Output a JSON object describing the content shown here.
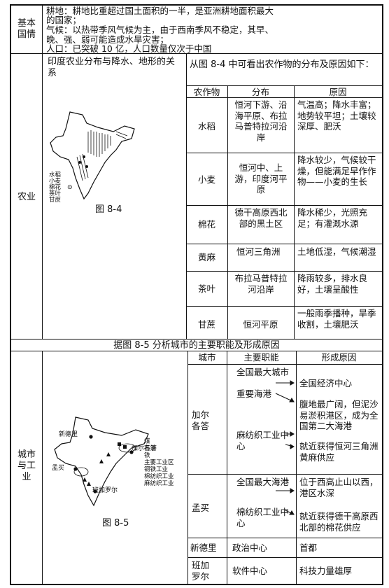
{
  "basic": {
    "label": "基本\n国情",
    "lines": [
      "耕地：耕地比重超过国土面积的一半，是亚洲耕地面积最大",
      "的国家；",
      "气候：以热带季风气候为主，由于西南季风不稳定，其早、",
      "晚、强、弱可能造成水旱灾害；",
      "人口：已突破 10 亿，人口数量仅次于中国"
    ]
  },
  "agri": {
    "label": "农业",
    "left_caption": "印度农业分布与降水、地形的关系",
    "map_legend": [
      "水稻",
      "小麦",
      "棉花",
      "茶叶",
      "甘蔗"
    ],
    "figure": "图 8-4",
    "intro": "从图 8-4 中可看出农作物的分布及原因如下：",
    "headers": [
      "农作物",
      "分布",
      "原因"
    ],
    "rows": [
      {
        "crop": "水稻",
        "dist": "恒河下游、沿海平原、布拉马普特拉河沿岸",
        "reason": "气温高；降水丰富；地势较平坦；土壤较深厚、肥沃"
      },
      {
        "crop": "小麦",
        "dist": "恒河中、上游，印度河平原",
        "reason": "降水较少，气候较干燥，但能满足早作作物——小麦的生长"
      },
      {
        "crop": "棉花",
        "dist": "德干高原西北部的黑土区",
        "reason": "降水稀少，光照充足；有灌溉水源"
      },
      {
        "crop": "黄麻",
        "dist": "恒河三角洲",
        "reason": "土地低湿，气候潮湿"
      },
      {
        "crop": "茶叶",
        "dist": "布拉马普特拉河沿岸",
        "reason": "降雨较多，排水良好，土壤呈酸性"
      },
      {
        "crop": "甘蔗",
        "dist": "恒河平原",
        "reason": "一般雨季播种，旱季收割，土壤肥沃"
      }
    ]
  },
  "city": {
    "banner": "据图 8-5 分析城市的主要职能及形成原因",
    "label": "城市\n与工\n业",
    "map_labels": [
      "新德里",
      "加尔各答",
      "孟买",
      "班加罗尔"
    ],
    "map_legend": [
      "煤",
      "石油",
      "铁",
      "主要工业区",
      "钢铁工业",
      "棉纺织工业",
      "麻纺织工业"
    ],
    "figure": "图 8-5",
    "headers": [
      "城市",
      "主要职能",
      "形成原因"
    ],
    "kolkata": {
      "name": "加尔\n各答",
      "func1": "全国最大城市",
      "func2": "重要海港",
      "func3": "麻纺织工业中心",
      "r1": "全国经济中心",
      "r2": "腹地最广阔，但泥沙易淤积港区，成为全国第二大海港",
      "r3": "就近获得恒河三角洲黄麻供应"
    },
    "mumbai": {
      "name": "孟买",
      "func1": "全国最大海港",
      "func2": "棉纺织工业中心",
      "r1": "位于西高止山以西，港区水深",
      "r2": "就近获得德干高原西北部的棉花供应"
    },
    "newdelhi": {
      "name": "新德里",
      "func": "政治中心",
      "reason": "首都"
    },
    "bangalore": {
      "name": "班加\n罗尔",
      "func": "软件中心",
      "reason": "科技力量雄厚"
    }
  }
}
